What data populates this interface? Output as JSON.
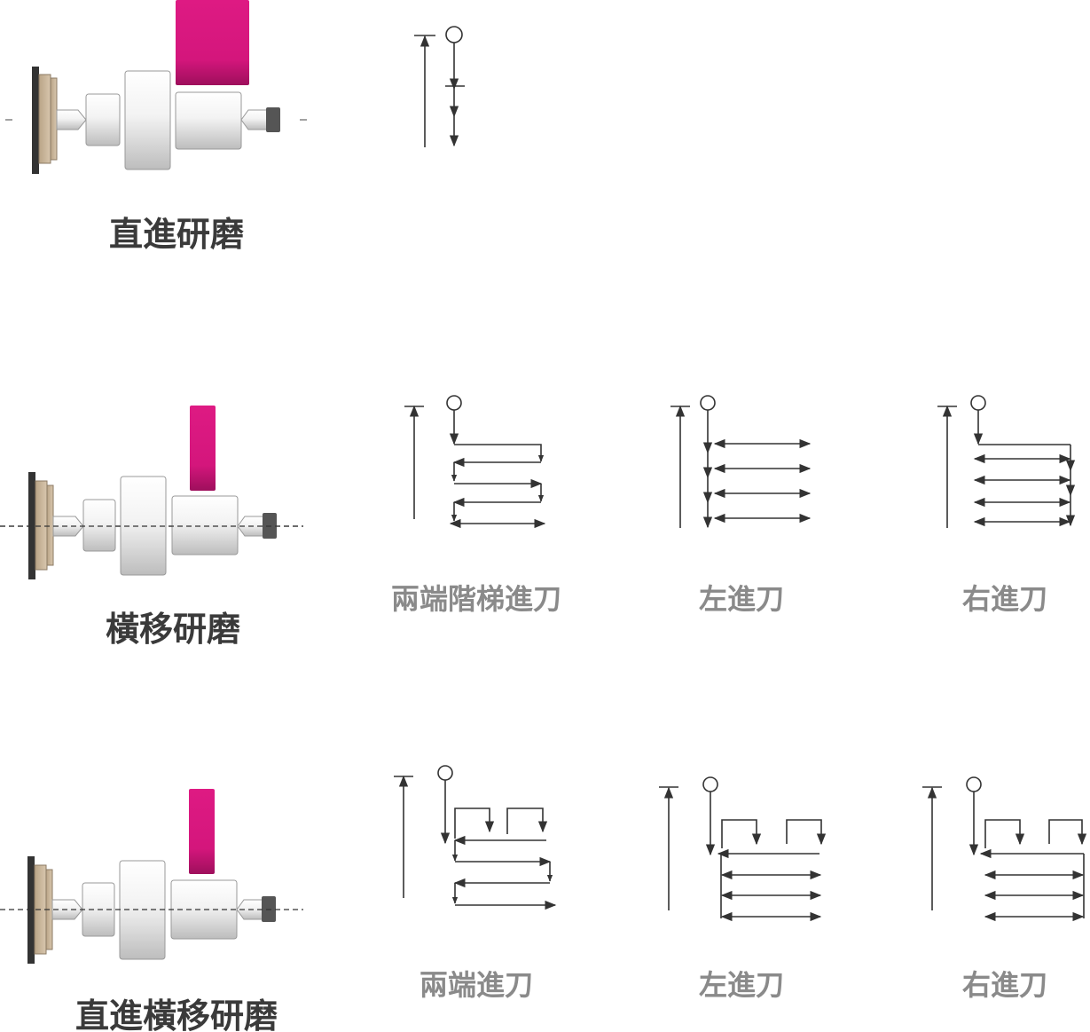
{
  "colors": {
    "wheel": "#d4167c",
    "line": "#333333",
    "main_text": "#3a3a3a",
    "sub_text": "#8a8a8a",
    "brown": "#c8b49a"
  },
  "rows": [
    {
      "title": "直進研磨",
      "patterns": []
    },
    {
      "title": "橫移研磨",
      "patterns": [
        {
          "label": "兩端階梯進刀"
        },
        {
          "label": "左進刀"
        },
        {
          "label": "右進刀"
        }
      ]
    },
    {
      "title": "直進橫移研磨",
      "patterns": [
        {
          "label": "兩端進刀"
        },
        {
          "label": "左進刀"
        },
        {
          "label": "右進刀"
        }
      ]
    }
  ]
}
